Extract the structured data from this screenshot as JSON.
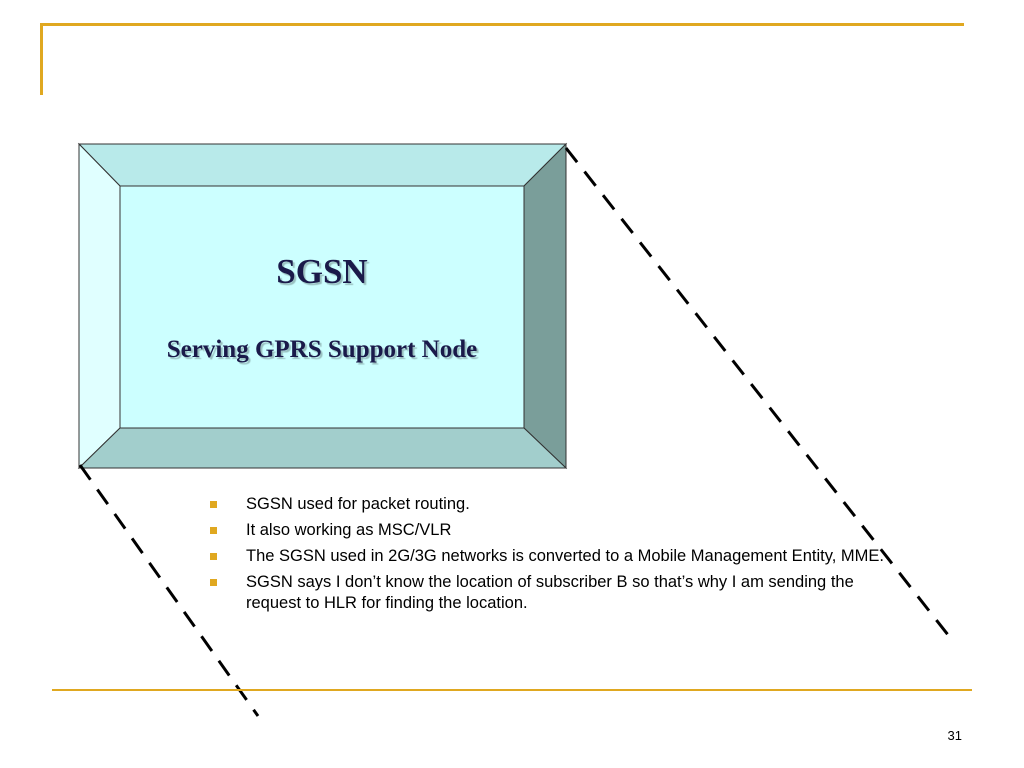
{
  "slide": {
    "box_title": "SGSN",
    "box_subtitle": "Serving GPRS Support Node",
    "bullets": [
      "SGSN used for  packet routing.",
      "It also working as MSC/VLR",
      "The SGSN used in 2G/3G networks is converted to a Mobile Management Entity, MME.",
      "SGSN says I don’t know the location of subscriber B so that’s why I am sending the request to HLR for finding the location."
    ],
    "page_number": "31"
  },
  "colors": {
    "accent": "#e0a820",
    "box_face": "#ccffff",
    "box_top_bevel": "#b8eaea",
    "box_left_bevel": "#e0ffff",
    "box_right_bevel": "#7a9e9a",
    "box_bottom_bevel": "#a2cecc",
    "title_text": "#1a1a4a"
  }
}
